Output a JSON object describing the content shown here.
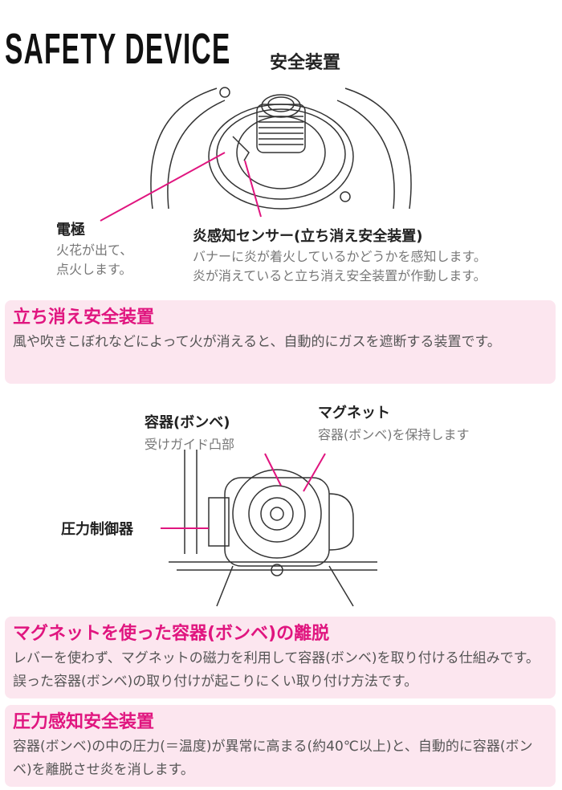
{
  "header": {
    "title": "SAFETY DEVICE",
    "subtitle": "安全装置"
  },
  "diagram1": {
    "electrode": {
      "label": "電極",
      "desc": [
        "火花が出て、",
        "点火します。"
      ]
    },
    "sensor": {
      "label": "炎感知センサー(立ち消え安全装置)",
      "desc": [
        "バナーに炎が着火しているかどうかを感知します。",
        "炎が消えていると立ち消え安全装置が作動します。"
      ]
    }
  },
  "box1": {
    "title": "立ち消え安全装置",
    "text": "風や吹きこぼれなどによって火が消えると、自動的にガスを遮断する装置です。"
  },
  "diagram2": {
    "guide": {
      "label": "容器(ボンベ)",
      "desc": "受けガイド凸部"
    },
    "magnet": {
      "label": "マグネット",
      "desc": "容器(ボンベ)を保持します"
    },
    "regulator": {
      "label": "圧力制御器"
    }
  },
  "box2": {
    "title": "マグネットを使った容器(ボンベ)の離脱",
    "text": "レバーを使わず、マグネットの磁力を利用して容器(ボンベ)を取り付ける仕組みです。誤った容器(ボンベ)の取り付けが起こりにくい取り付け方法です。"
  },
  "box3": {
    "title": "圧力感知安全装置",
    "text": "容器(ボンベ)の中の圧力(＝温度)が異常に高まる(約40℃以上)と、自動的に容器(ボンベ)を離脱させ炎を消します。"
  },
  "colors": {
    "accent": "#e0157f",
    "box_bg": "#fce6ef"
  }
}
